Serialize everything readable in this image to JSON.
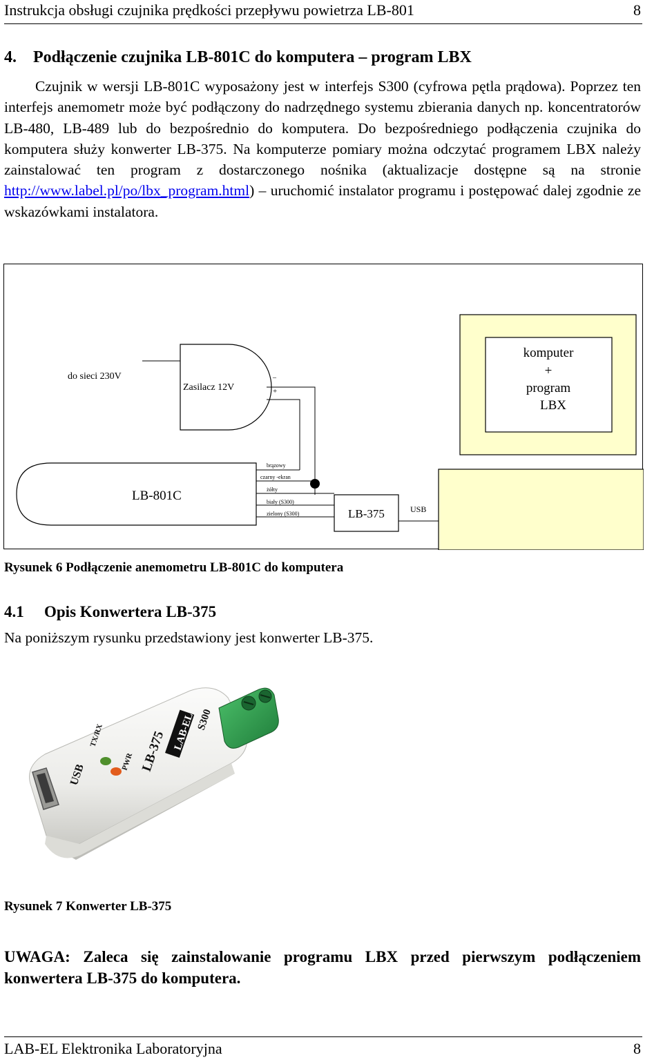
{
  "header": {
    "title": "Instrukcja obsługi czujnika prędkości przepływu powietrza LB-801",
    "page": "8"
  },
  "section4": {
    "number": "4.",
    "title": "Podłączenie czujnika LB-801C do komputera – program LBX",
    "text_before_link": "Czujnik w wersji LB-801C wyposażony jest w interfejs S300 (cyfrowa pętla prądowa). Poprzez ten interfejs anemometr może być podłączony do nadrzędnego systemu zbierania danych np. koncentratorów LB-480, LB-489 lub do bezpośrednio do komputera. Do bezpośredniego podłączenia czujnika do komputera służy konwerter LB-375. Na komputerze pomiary można odczytać programem LBX należy zainstalować ten program z dostarczonego nośnika (aktualizacje dostępne są na stronie ",
    "link": "http://www.label.pl/po/lbx_program.html",
    "text_after_link": ") – uruchomić instalator programu i postępować dalej zgodnie ze wskazówkami instalatora."
  },
  "figure6": {
    "mains_label": "do sieci 230V",
    "psu_label": "Zasilacz 12V",
    "minus": "–",
    "plus": "+",
    "computer_lines": [
      "komputer",
      "+",
      "program",
      "LBX"
    ],
    "sensor_label": "LB-801C",
    "converter_label": "LB-375",
    "usb_label": "USB",
    "wires": [
      "brązowy",
      "czarny -ekran",
      "żółty",
      "biały (S300)",
      "zielony (S300)"
    ],
    "caption": "Rysunek 6 Podłączenie anemometru LB-801C do komputera"
  },
  "section41": {
    "number": "4.1",
    "title": "Opis Konwertera LB-375",
    "intro": "Na poniższym rysunku przedstawiony jest konwerter LB-375."
  },
  "figure7": {
    "device_labels": {
      "brand": "LAB-EL",
      "model": "LB-375",
      "port": "S300",
      "usb": "USB",
      "txrx": "TX/RX",
      "pwr": "PWR"
    },
    "caption": "Rysunek 7 Konwerter LB-375"
  },
  "warning": "UWAGA: Zaleca się zainstalowanie programu LBX przed pierwszym podłączeniem konwertera LB-375 do komputera.",
  "footer": {
    "title": "LAB-EL Elektronika Laboratoryjna",
    "page": "8"
  },
  "colors": {
    "monitor_fill": "#ffffcc",
    "link": "#0000ee",
    "device_body": "#f1f1ef",
    "terminal_green": "#2f9a4c"
  }
}
